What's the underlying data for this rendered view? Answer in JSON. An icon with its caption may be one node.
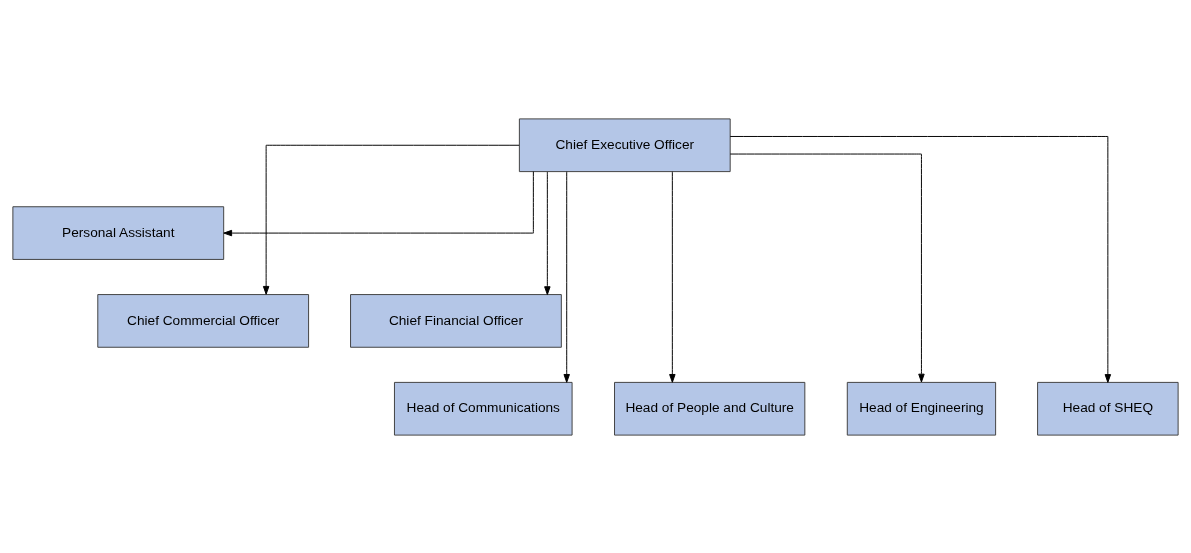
{
  "diagram": {
    "nodes": [
      {
        "text": [
          "Chief Executive Officer"
        ]
      },
      {
        "text": [
          "Personal Assistant"
        ]
      },
      {
        "text": [
          "Chief Commercial Officer"
        ]
      },
      {
        "text": [
          "Chief Financial Officer"
        ]
      },
      {
        "text": [
          "Head of Communications"
        ]
      },
      {
        "text": [
          "Head of People and Culture"
        ]
      },
      {
        "text": [
          "Head of Engineering"
        ]
      },
      {
        "text": [
          "Head of SHEQ"
        ]
      }
    ],
    "edges": [
      {
        "from": 0,
        "to": 1,
        "arrow": "to"
      },
      {
        "from": 0,
        "to": 2,
        "arrow": "to"
      },
      {
        "from": 0,
        "to": 3,
        "arrow": "to"
      },
      {
        "from": 0,
        "to": 4,
        "arrow": "to"
      },
      {
        "from": 0,
        "to": 5,
        "arrow": "to"
      },
      {
        "from": 0,
        "to": 6,
        "arrow": "to"
      },
      {
        "from": 0,
        "to": 7,
        "arrow": "to"
      }
    ]
  }
}
